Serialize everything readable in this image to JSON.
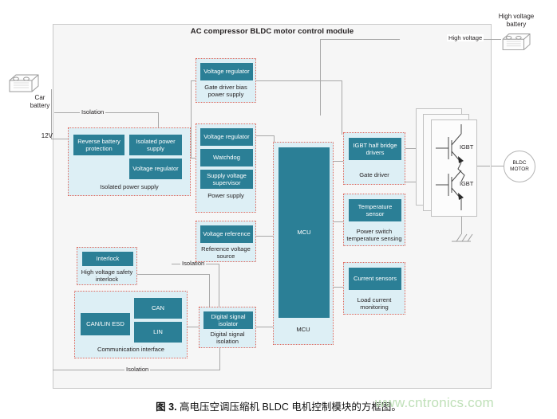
{
  "module": {
    "title": "AC compressor BLDC motor control module"
  },
  "external": {
    "car_battery": "Car\nbattery",
    "car_battery_l1": "Car",
    "car_battery_l2": "battery",
    "voltage_12v": "12V",
    "hv_battery_l1": "High voltage",
    "hv_battery_l2": "battery",
    "high_voltage": "High voltage",
    "motor_l1": "BLDC",
    "motor_l2": "MOTOR",
    "icons": {
      "car_battery": "car-battery-icon",
      "hv_battery": "high-voltage-battery-icon",
      "ground": "ground-symbol-icon"
    }
  },
  "isolation_labels": {
    "top": "Isolation",
    "middle": "Isolation",
    "bottom": "Isolation"
  },
  "groups": {
    "isolated_power_supply": {
      "label": "Isolated power supply",
      "chips": [
        "Reverse battery protection",
        "Isolated power supply",
        "Voltage regulator"
      ]
    },
    "gate_driver_bias": {
      "label": "Gate driver bias\npower supply",
      "label_l1": "Gate driver bias",
      "label_l2": "power supply",
      "chips": [
        "Voltage regulator"
      ]
    },
    "power_supply": {
      "label": "Power supply",
      "chips": [
        "Voltage regulator",
        "Watchdog",
        "Supply voltage supervisor"
      ]
    },
    "reference_voltage_source": {
      "label_l1": "Reference voltage",
      "label_l2": "source",
      "chips": [
        "Voltage reference"
      ]
    },
    "hv_safety_interlock": {
      "label_l1": "High voltage safety",
      "label_l2": "interlock",
      "chips": [
        "Interlock"
      ]
    },
    "communication_interface": {
      "label": "Communication interface",
      "chips": [
        "CAN/LIN ESD",
        "CAN",
        "LIN"
      ]
    },
    "digital_signal_isolation": {
      "label_l1": "Digital signal",
      "label_l2": "isolation",
      "chips": [
        "Digital signal isolator"
      ]
    },
    "mcu": {
      "label": "MCU",
      "chips": [
        "MCU"
      ]
    },
    "gate_driver": {
      "label": "Gate driver",
      "chips": [
        "IGBT half bridge drivers"
      ]
    },
    "power_switch_temp": {
      "label_l1": "Power switch",
      "label_l2": "temperature sensing",
      "chips": [
        "Temperature sensor"
      ]
    },
    "load_current_monitoring": {
      "label_l1": "Load current",
      "label_l2": "monitoring",
      "chips": [
        "Current sensors"
      ]
    }
  },
  "igbt": {
    "top_label": "IGBT",
    "bottom_label": "IGBT"
  },
  "caption": {
    "prefix": "图 3.",
    "text": "高电压空调压缩机 BLDC 电机控制模块的方框图。",
    "watermark": "www.cntronics.com"
  },
  "colors": {
    "chip_teal": "#2b7f96",
    "group_fill": "#ddeff5",
    "group_border": "#e2685c",
    "module_fill": "#f6f6f6",
    "line": "#a8a8a8",
    "watermark": "#bfe0b8"
  }
}
